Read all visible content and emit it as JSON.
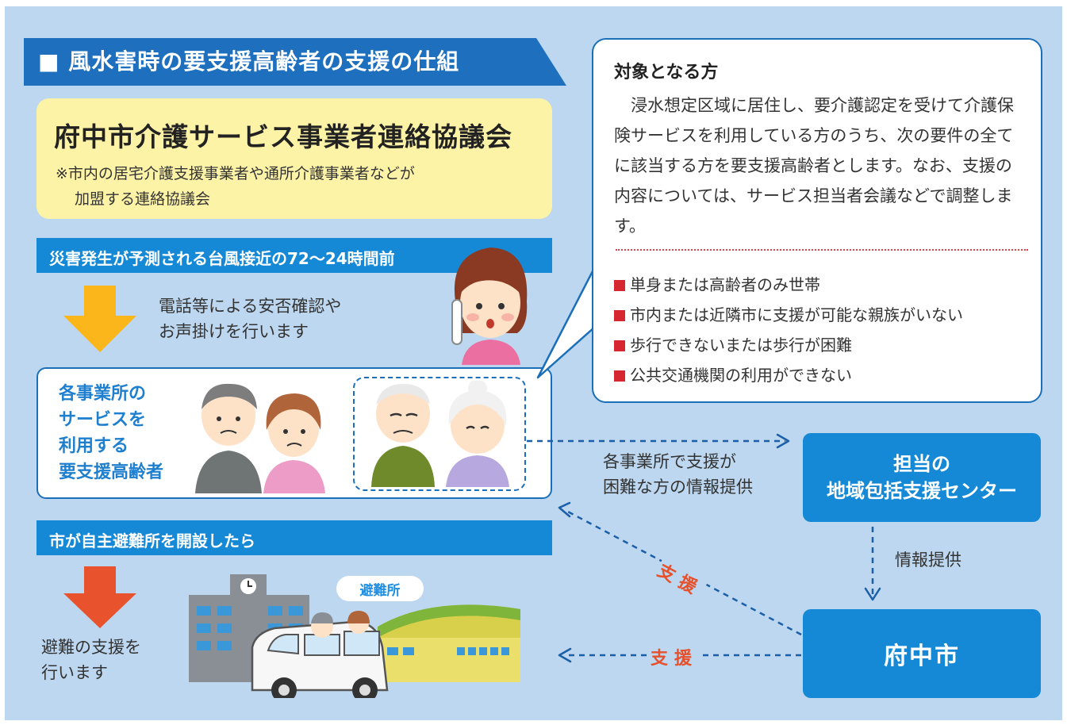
{
  "title": "■ 風水害時の要支援高齢者の支援の仕組",
  "council": {
    "name": "府中市介護サービス事業者連絡協議会",
    "note_line1": "※市内の居宅介護支援事業者や通所介護事業者などが",
    "note_line2": "加盟する連絡協議会"
  },
  "stage1": {
    "header": "災害発生が予測される台風接近の72〜24時間前",
    "action_line1": "電話等による安否確認や",
    "action_line2": "お声掛けを行います"
  },
  "users": {
    "line1": "各事業所の",
    "line2": "サービスを",
    "line3": "利用する",
    "line4": "要支援高齢者"
  },
  "target": {
    "heading": "対象となる方",
    "description": "浸水想定区域に居住し、要介護認定を受けて介護保険サービスを利用している方のうち、次の要件の全てに該当する方を要支援高齢者とします。なお、支援の内容については、サービス担当者会議などで調整します。",
    "criteria": [
      "単身または高齢者のみ世帯",
      "市内または近隣市に支援が可能な親族がいない",
      "歩行できないまたは歩行が困難",
      "公共交通機関の利用ができない"
    ]
  },
  "info_to_center": {
    "line1": "各事業所で支援が",
    "line2": "困難な方の情報提供"
  },
  "center": {
    "line1": "担当の",
    "line2": "地域包括支援センター"
  },
  "info_to_city": "情報提供",
  "city": "府中市",
  "support_label": "支援",
  "stage2": {
    "header": "市が自主避難所を開設したら",
    "action_line1": "避難の支援を",
    "action_line2": "行います"
  },
  "shelter_label": "避難所",
  "colors": {
    "panel": "#bcd7ef",
    "title_band": "#1e6fbe",
    "accent_blue": "#1589d6",
    "yellow_box": "#fdf3a7",
    "arrow_yellow": "#fbb61b",
    "arrow_red": "#e8532e",
    "bullet_red": "#d6262f"
  }
}
